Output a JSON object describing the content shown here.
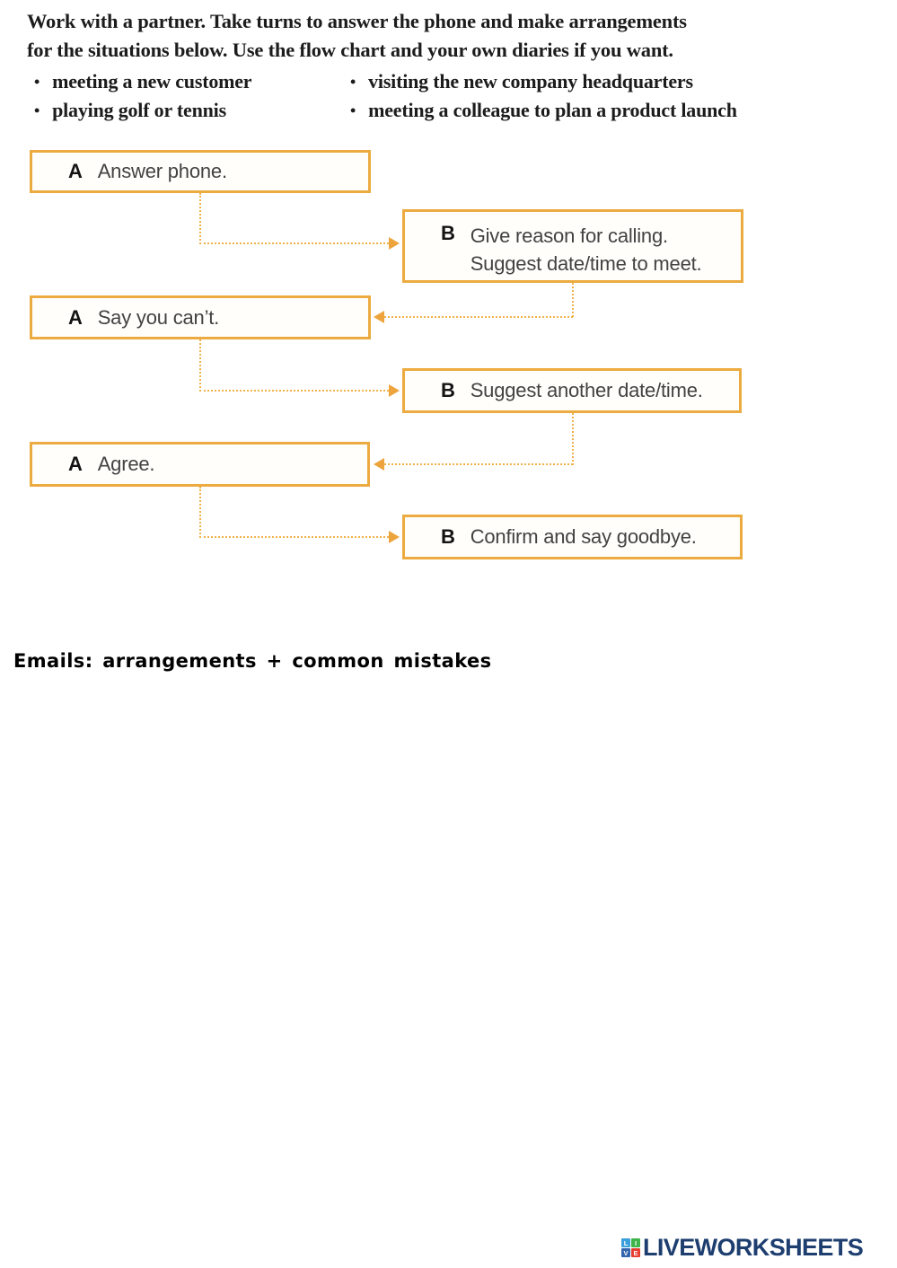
{
  "instructions": {
    "line1": "Work with a partner. Take turns to answer the phone and make arrangements",
    "line2": "for the situations below. Use the flow chart and your own diaries if you want.",
    "bullet_glyph": "•",
    "bullets": [
      "meeting a new customer",
      "visiting the new company headquarters",
      "playing golf or tennis",
      "meeting a colleague to plan a product launch"
    ]
  },
  "flowchart": {
    "box_border_color": "#ecab40",
    "connector_color": "#f1b24b",
    "arrow_color": "#eda43c",
    "boxes": [
      {
        "speaker": "A",
        "line1": "Answer phone.",
        "line2": ""
      },
      {
        "speaker": "B",
        "line1": "Give reason for calling.",
        "line2": "Suggest date/time to meet."
      },
      {
        "speaker": "A",
        "line1": "Say you can’t.",
        "line2": ""
      },
      {
        "speaker": "B",
        "line1": "Suggest another date/time.",
        "line2": ""
      },
      {
        "speaker": "A",
        "line1": "Agree.",
        "line2": ""
      },
      {
        "speaker": "B",
        "line1": "Confirm and say goodbye.",
        "line2": ""
      }
    ]
  },
  "section_title": "Emails: arrangements + common mistakes",
  "footer": {
    "brand": "LIVEWORKSHEETS",
    "brand_color": "#1d3e6f",
    "logo_tiles": [
      {
        "letter": "L",
        "color": "#3b9fdb"
      },
      {
        "letter": "I",
        "color": "#3fb549"
      },
      {
        "letter": "V",
        "color": "#3466ad"
      },
      {
        "letter": "E",
        "color": "#e63f31"
      }
    ]
  }
}
